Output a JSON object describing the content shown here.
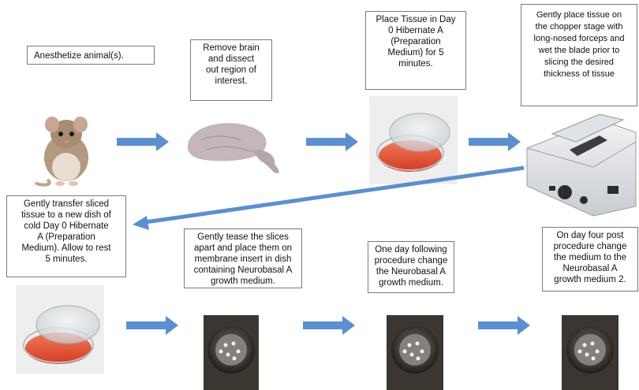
{
  "steps": [
    {
      "text": "Anesthetize animal(s)."
    },
    {
      "text": "Remove brain\nand dissect\nout region of\ninterest."
    },
    {
      "text": "Place Tissue in Day\n0 Hibernate A\n(Preparation\nMedium) for 5\nminutes."
    },
    {
      "text": "Gently place tissue on\nthe chopper stage with\nlong-nosed forceps and\nwet the blade prior to\nslicing the desired\nthickness of tissue"
    },
    {
      "text": "Gently transfer sliced\ntissue to a new dish of\ncold Day 0 Hibernate\nA (Preparation\nMedium). Allow to rest\n5 minutes."
    },
    {
      "text": "Gently tease the slices\napart and place them on\nmembrane insert in dish\ncontaining Neurobasal A\ngrowth medium."
    },
    {
      "text": "One day following\nprocedure change\nthe Neurobasal A\ngrowth medium."
    },
    {
      "text": "On day four post\nprocedure change\nthe medium to the\nNeurobasal A\ngrowth medium 2."
    }
  ],
  "images": [
    {
      "icon": "mouse-icon"
    },
    {
      "icon": "brain-icon"
    },
    {
      "icon": "petri-dish-icon"
    },
    {
      "icon": "tissue-chopper-icon"
    },
    {
      "icon": "petri-dish-icon"
    },
    {
      "icon": "culture-insert-dish-icon"
    },
    {
      "icon": "culture-insert-dish-icon"
    },
    {
      "icon": "culture-insert-dish-icon"
    }
  ],
  "colors": {
    "arrow": "#5b8fcf",
    "medium": "#e2533a",
    "border": "#7a7a7a"
  }
}
